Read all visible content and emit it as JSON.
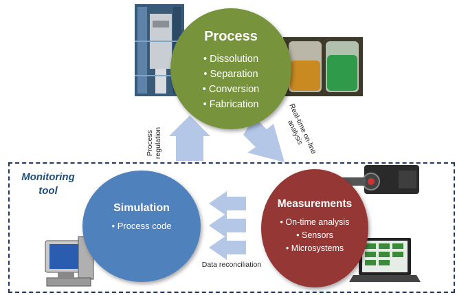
{
  "process": {
    "title": "Process",
    "items": [
      "Dissolution",
      "Separation",
      "Conversion",
      "Fabrication"
    ]
  },
  "simulation": {
    "title": "Simulation",
    "items": [
      "Process code"
    ]
  },
  "measurements": {
    "title": "Measurements",
    "items": [
      "On-time analysis",
      "Sensors",
      "Microsystems"
    ]
  },
  "monitoring": {
    "label": "Monitoring tool"
  },
  "arrows": {
    "regulation_label": "Process regulation",
    "realtime_label": "Real-time on-line analysis",
    "reconciliation_label": "Data reconciliation"
  },
  "colors": {
    "process": "#77933c",
    "simulation": "#4f81bd",
    "measurements": "#953734",
    "arrow": "#b4c7e7",
    "frame": "#1f3864"
  },
  "icons": [
    "industrial-plant-photo",
    "beakers-photo",
    "desktop-computer-icon",
    "camera-device-icon",
    "laptop-icon"
  ]
}
